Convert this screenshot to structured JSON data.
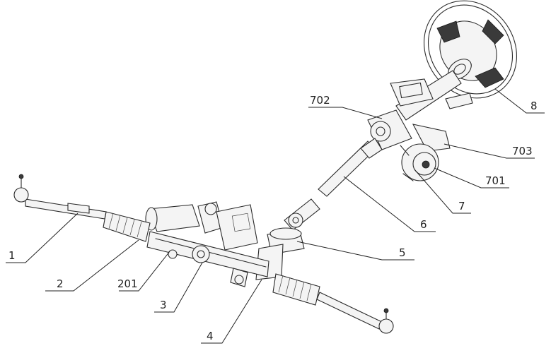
{
  "callouts": [
    {
      "id": "c1",
      "text": "1"
    },
    {
      "id": "c2",
      "text": "2"
    },
    {
      "id": "c201",
      "text": "201"
    },
    {
      "id": "c3",
      "text": "3"
    },
    {
      "id": "c4",
      "text": "4"
    },
    {
      "id": "c5",
      "text": "5"
    },
    {
      "id": "c6",
      "text": "6"
    },
    {
      "id": "c7",
      "text": "7"
    },
    {
      "id": "c701",
      "text": "701"
    },
    {
      "id": "c702",
      "text": "702"
    },
    {
      "id": "c703",
      "text": "703"
    },
    {
      "id": "c8",
      "text": "8"
    }
  ]
}
